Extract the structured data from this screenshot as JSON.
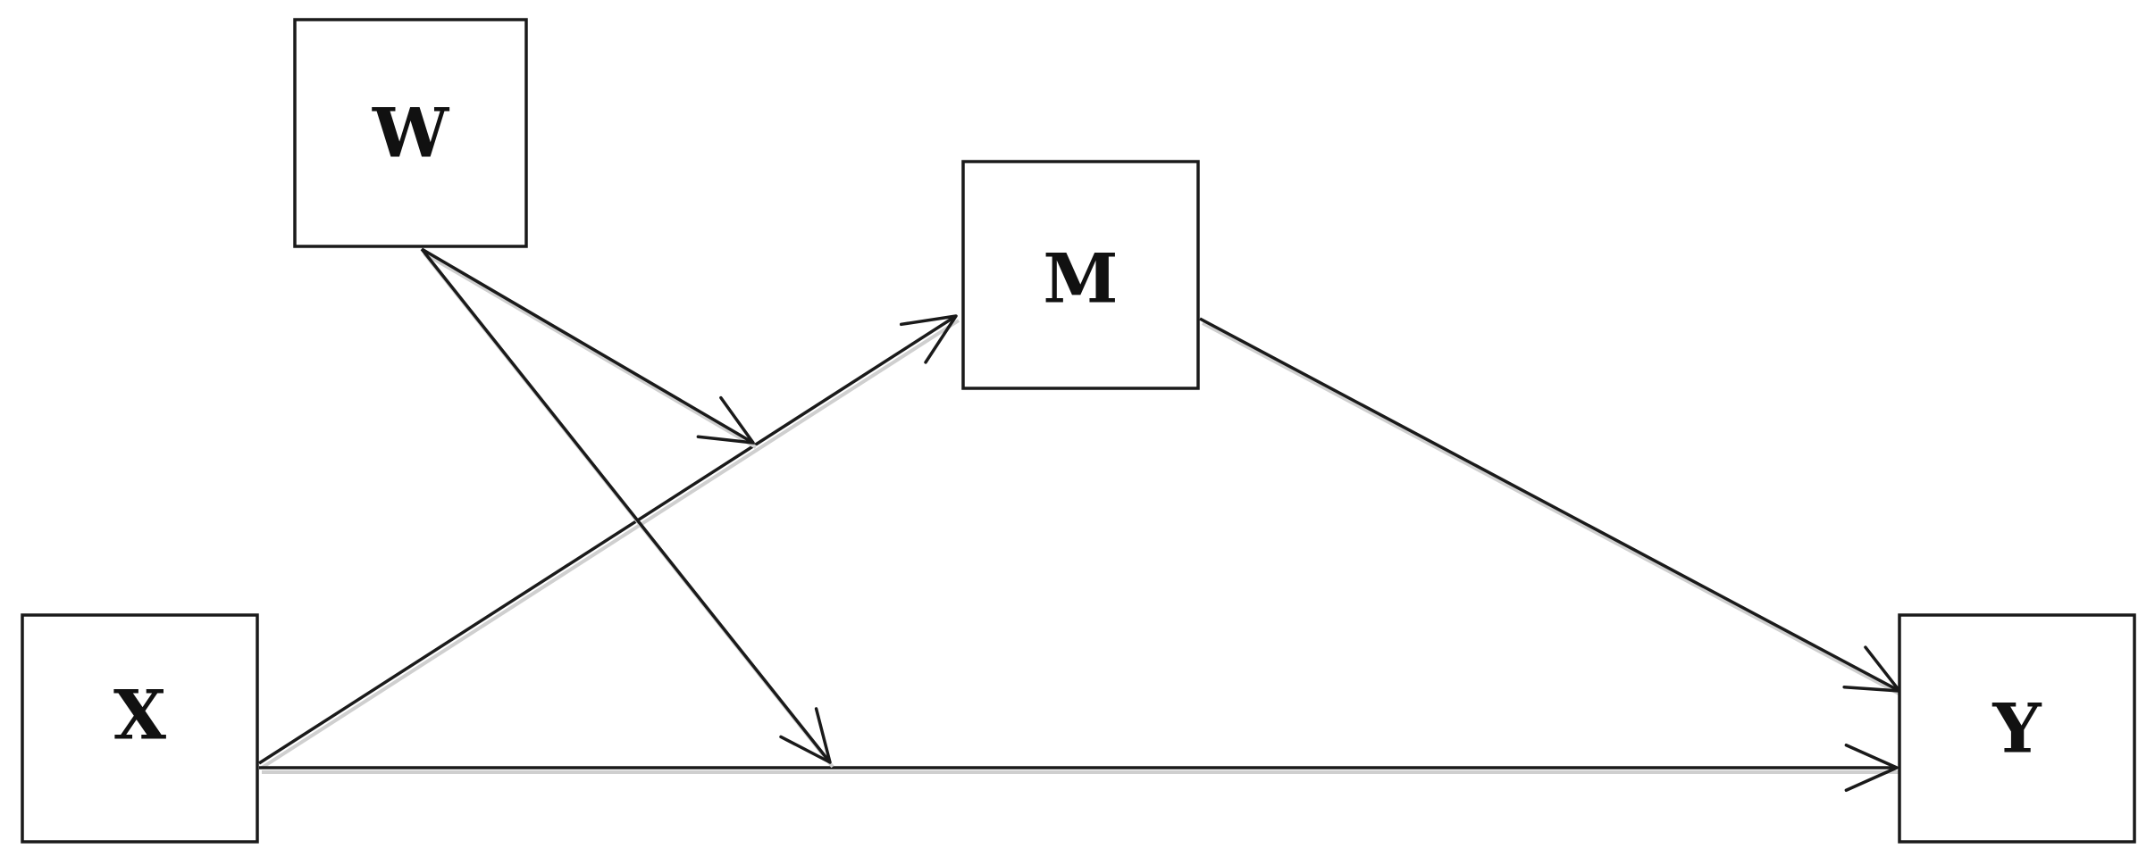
{
  "diagram": {
    "type": "path-model",
    "nodes": [
      {
        "id": "W",
        "label": "W"
      },
      {
        "id": "M",
        "label": "M"
      },
      {
        "id": "X",
        "label": "X"
      },
      {
        "id": "Y",
        "label": "Y"
      }
    ],
    "edges": [
      {
        "id": "x-to-m",
        "from": "X",
        "to": "M"
      },
      {
        "id": "m-to-y",
        "from": "M",
        "to": "Y"
      },
      {
        "id": "x-to-y",
        "from": "X",
        "to": "Y"
      },
      {
        "id": "w-moderates-x-to-m",
        "from": "W",
        "to": "x-to-m"
      },
      {
        "id": "w-moderates-x-to-y",
        "from": "W",
        "to": "x-to-y"
      }
    ],
    "colors": {
      "stroke": "#1a1a1a",
      "background": "#ffffff",
      "shadow": "#cfcfcf"
    }
  }
}
